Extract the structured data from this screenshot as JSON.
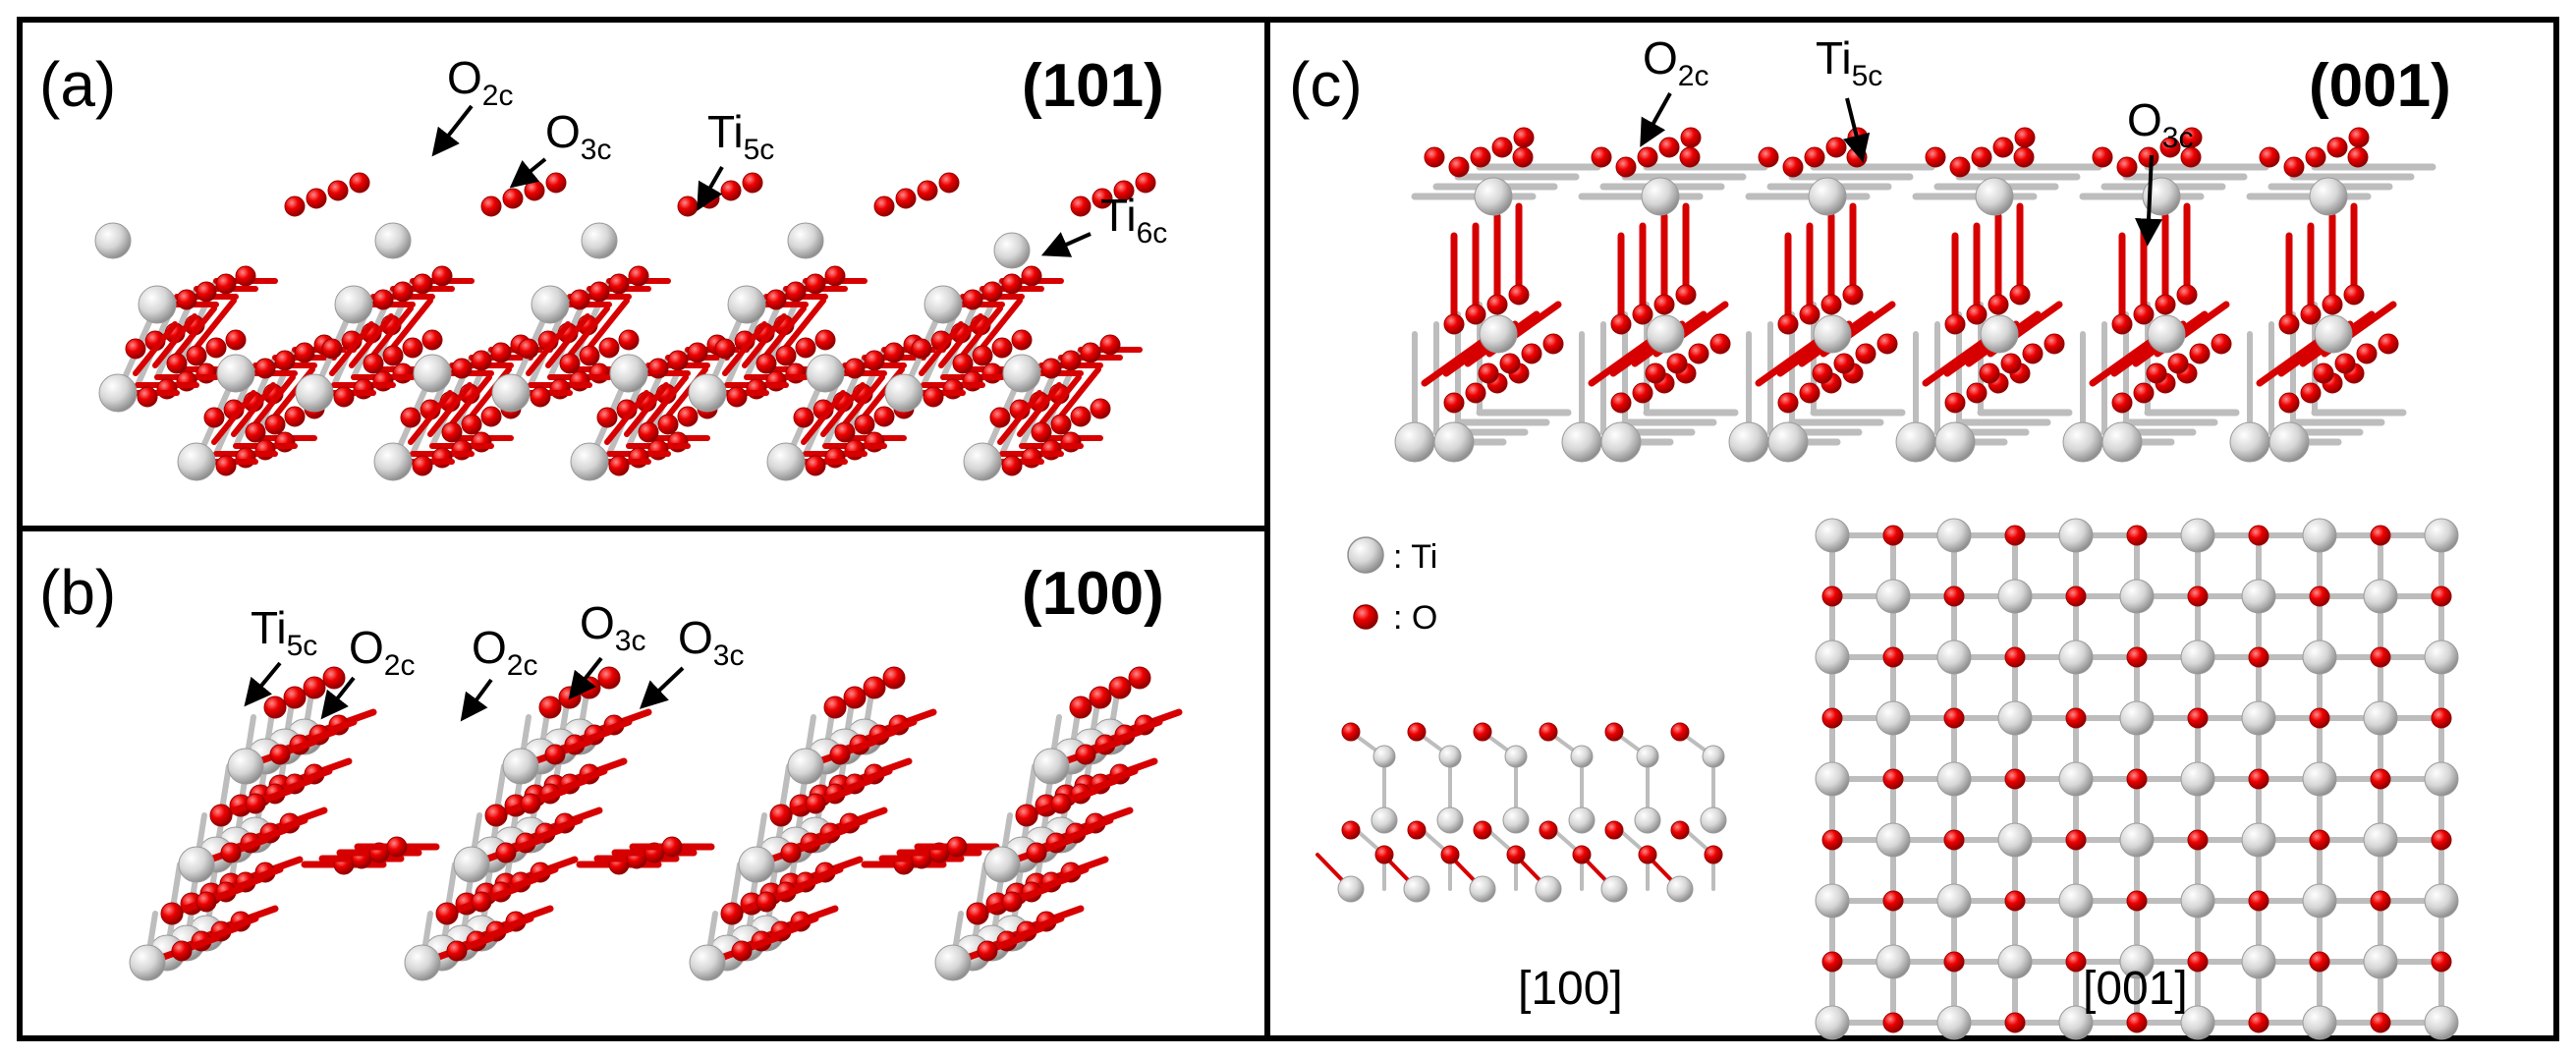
{
  "colors": {
    "titanium": "#d9d9d9",
    "titanium_edge": "#8e8e8e",
    "oxygen": "#e80000",
    "oxygen_edge": "#8a0000",
    "bond": "#c8c8c8",
    "frame": "#000000"
  },
  "panels": {
    "a": {
      "label": "(a)",
      "face": "(101)",
      "sites": [
        {
          "base": "O",
          "sub": "2c"
        },
        {
          "base": "O",
          "sub": "3c"
        },
        {
          "base": "Ti",
          "sub": "5c"
        },
        {
          "base": "Ti",
          "sub": "6c"
        }
      ]
    },
    "b": {
      "label": "(b)",
      "face": "(100)",
      "sites": [
        {
          "base": "Ti",
          "sub": "5c"
        },
        {
          "base": "O",
          "sub": "2c"
        },
        {
          "base": "O",
          "sub": "2c"
        },
        {
          "base": "O",
          "sub": "3c"
        },
        {
          "base": "O",
          "sub": "3c"
        }
      ]
    },
    "c": {
      "label": "(c)",
      "face": "(001)",
      "sites": [
        {
          "base": "O",
          "sub": "2c"
        },
        {
          "base": "Ti",
          "sub": "5c"
        },
        {
          "base": "O",
          "sub": "3c"
        }
      ],
      "legend": {
        "ti": ": Ti",
        "o": ": O"
      },
      "views": {
        "side": "[100]",
        "top": "[001]"
      }
    }
  }
}
